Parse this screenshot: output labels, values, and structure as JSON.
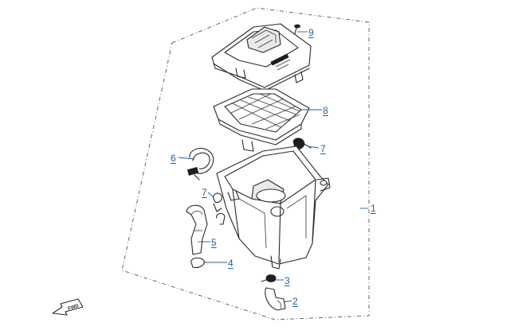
{
  "callouts": [
    {
      "id": "part-1",
      "label": "1"
    },
    {
      "id": "part-2",
      "label": "2"
    },
    {
      "id": "part-3",
      "label": "3"
    },
    {
      "id": "part-4",
      "label": "4"
    },
    {
      "id": "part-5",
      "label": "5"
    },
    {
      "id": "part-6",
      "label": "6"
    },
    {
      "id": "part-7a",
      "label": "7"
    },
    {
      "id": "part-7b",
      "label": "7"
    },
    {
      "id": "part-8",
      "label": "8"
    },
    {
      "id": "part-9",
      "label": "9"
    }
  ],
  "fwd_label": "FWD",
  "colors": {
    "callout": "#1f5f9f",
    "line": "#2a2a2a"
  }
}
